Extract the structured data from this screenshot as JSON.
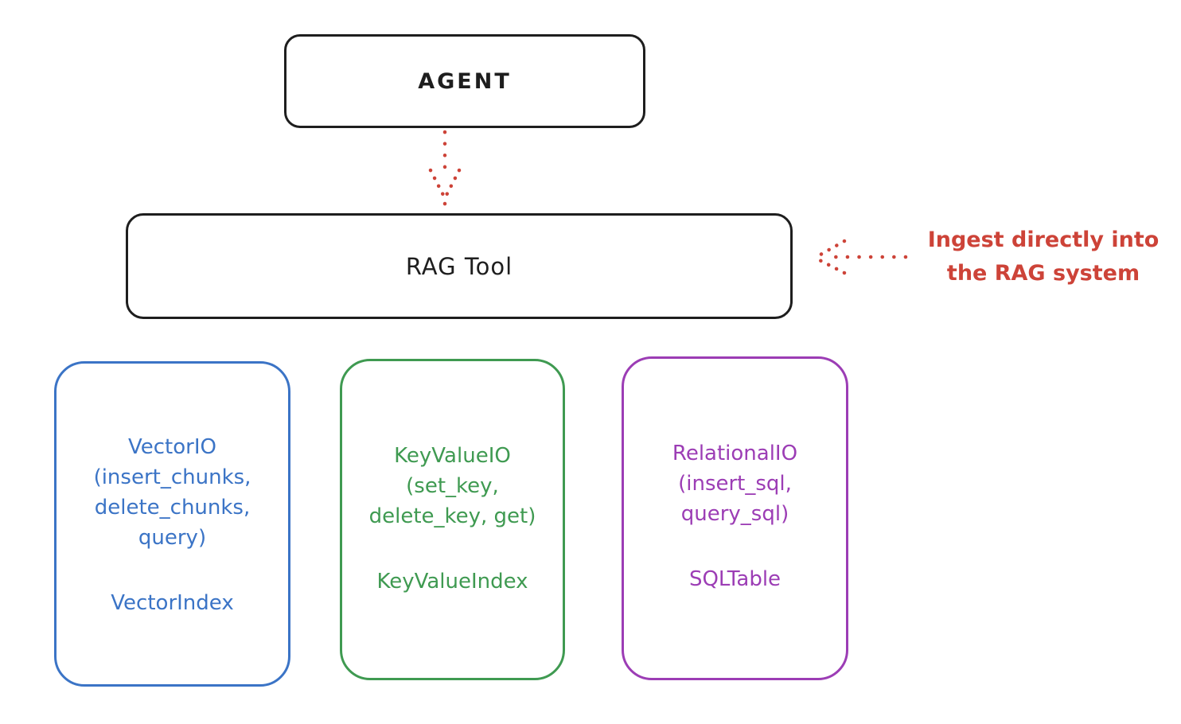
{
  "diagram": {
    "agent": {
      "label": "AGENT"
    },
    "rag_tool": {
      "label": "RAG Tool"
    },
    "annotation": {
      "line1": "Ingest directly into",
      "line2": "the RAG system"
    },
    "boxes": {
      "vector": {
        "title": "VectorIO",
        "params": [
          "(insert_chunks,",
          "delete_chunks,",
          "query)"
        ],
        "index": "VectorIndex",
        "color": "#3b74c6"
      },
      "keyvalue": {
        "title": "KeyValueIO",
        "params": [
          "(set_key,",
          "delete_key, get)"
        ],
        "index": "KeyValueIndex",
        "color": "#3f9a51"
      },
      "relational": {
        "title": "RelationalIO",
        "params": [
          "(insert_sql,",
          "query_sql)"
        ],
        "index": "SQLTable",
        "color": "#9c3db5"
      }
    },
    "colors": {
      "stroke": "#1e1e1e",
      "red": "#cd4338",
      "blue": "#3b74c6",
      "green": "#3f9a51",
      "purple": "#9c3db5"
    }
  }
}
